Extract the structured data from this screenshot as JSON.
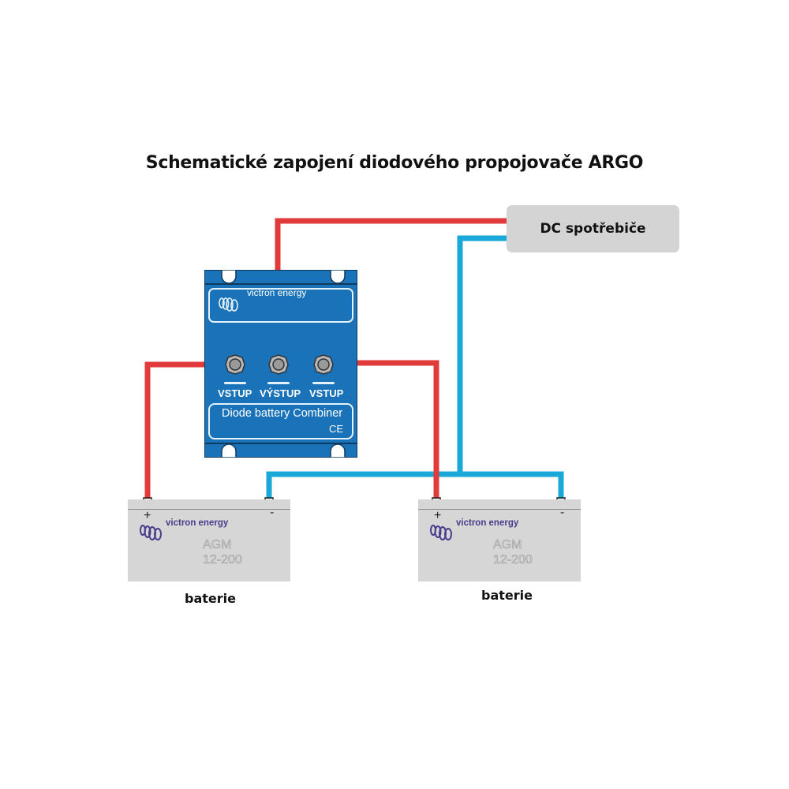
{
  "title": "Schematické zapojení diodového propojovače ARGO",
  "load": {
    "label": "DC spotřebiče"
  },
  "combiner": {
    "brand": "victron energy",
    "terminals": [
      {
        "label": "VSTUP",
        "role": "input"
      },
      {
        "label": "VÝSTUP",
        "role": "output"
      },
      {
        "label": "VSTUP",
        "role": "input"
      }
    ],
    "product_name": "Diode battery Combiner",
    "certification": "CE",
    "color": "#1a72b8"
  },
  "batteries": [
    {
      "brand": "victron energy",
      "type": "AGM",
      "model": "12-200",
      "plus": "+",
      "minus": "-",
      "label": "baterie"
    },
    {
      "brand": "victron energy",
      "type": "AGM",
      "model": "12-200",
      "plus": "+",
      "minus": "-",
      "label": "baterie"
    }
  ],
  "wires": {
    "positive_color": "#e03a3a",
    "negative_color": "#1aa8d8"
  }
}
